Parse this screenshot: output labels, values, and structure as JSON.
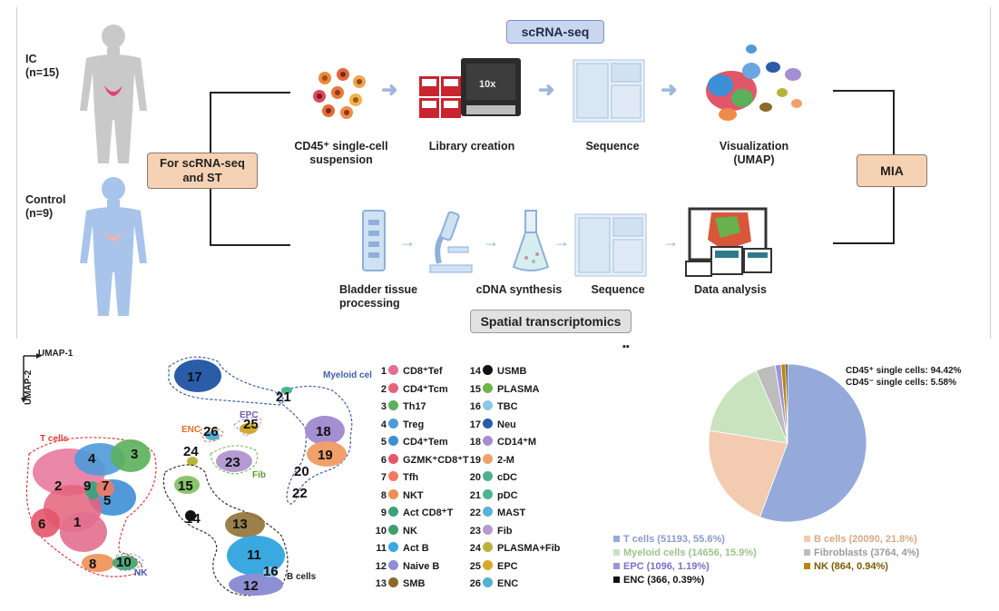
{
  "workflow": {
    "ic_label": "IC",
    "ic_n": "(n=15)",
    "control_label": "Control",
    "control_n": "(n=9)",
    "split_box": "For scRNA-seq and ST",
    "mia_box": "MIA",
    "scrna_header": "scRNA-seq",
    "st_header": "Spatial transcriptomics",
    "scrna_steps": {
      "suspension": "CD45⁺ single-cell suspension",
      "library": "Library creation",
      "sequence": "Sequence",
      "visualization": "Visualization (UMAP)"
    },
    "st_steps": {
      "bladder": "Bladder tissue processing",
      "cdna": "cDNA synthesis",
      "sequence": "Sequence",
      "analysis": "Data analysis"
    },
    "tenx_text": "10x"
  },
  "umap": {
    "x_label": "UMAP-1",
    "y_label": "UMAP-2",
    "group_labels": {
      "t_cells": "T cells",
      "myeloid": "Myeloid cells",
      "epc": "EPC",
      "enc": "ENC",
      "fib": "Fib",
      "nk": "NK",
      "b_cells": "B cells"
    },
    "cluster_numbers": [
      "1",
      "2",
      "3",
      "4",
      "5",
      "6",
      "7",
      "8",
      "9",
      "10",
      "11",
      "12",
      "13",
      "14",
      "15",
      "16",
      "17",
      "18",
      "19",
      "20",
      "21",
      "22",
      "23",
      "24",
      "25",
      "26"
    ]
  },
  "legend": [
    {
      "num": "1",
      "label": "CD8⁺Tef",
      "color": "#e26f8f"
    },
    {
      "num": "2",
      "label": "CD4⁺Tcm",
      "color": "#e4637b"
    },
    {
      "num": "3",
      "label": "Th17",
      "color": "#5bb05a"
    },
    {
      "num": "4",
      "label": "Treg",
      "color": "#4f9ad8"
    },
    {
      "num": "5",
      "label": "CD4⁺Tem",
      "color": "#3d8fd6"
    },
    {
      "num": "6",
      "label": "GZMK⁺CD8⁺T",
      "color": "#e2566a"
    },
    {
      "num": "7",
      "label": "Tfh",
      "color": "#ef7a63"
    },
    {
      "num": "8",
      "label": "NKT",
      "color": "#ef8f52"
    },
    {
      "num": "9",
      "label": "Act CD8⁺T",
      "color": "#3aa37a"
    },
    {
      "num": "10",
      "label": "NK",
      "color": "#3ca06b"
    },
    {
      "num": "11",
      "label": "Act B",
      "color": "#3aa9e0"
    },
    {
      "num": "12",
      "label": "Naive B",
      "color": "#8e8ed2"
    },
    {
      "num": "13",
      "label": "SMB",
      "color": "#8a6a2a"
    },
    {
      "num": "14",
      "label": "USMB",
      "color": "#111111"
    },
    {
      "num": "15",
      "label": "PLASMA",
      "color": "#6eb54a"
    },
    {
      "num": "16",
      "label": "TBC",
      "color": "#8cc6e8"
    },
    {
      "num": "17",
      "label": "Neu",
      "color": "#2a5ca8"
    },
    {
      "num": "18",
      "label": "CD14⁺M",
      "color": "#a48fd2"
    },
    {
      "num": "19",
      "label": "2-M",
      "color": "#f1a06a"
    },
    {
      "num": "20",
      "label": "cDC",
      "color": "#4fb08a"
    },
    {
      "num": "21",
      "label": "pDC",
      "color": "#4db58f"
    },
    {
      "num": "22",
      "label": "MAST",
      "color": "#58b4d8"
    },
    {
      "num": "23",
      "label": "Fib",
      "color": "#b59ad4"
    },
    {
      "num": "24",
      "label": "PLASMA+Fib",
      "color": "#b8b33a"
    },
    {
      "num": "25",
      "label": "EPC",
      "color": "#d6a92c"
    },
    {
      "num": "26",
      "label": "ENC",
      "color": "#54b2d3"
    }
  ],
  "pie_note": {
    "line1": "CD45⁺ single cells: 94.42%",
    "line2": "CD45⁻ single cells: 5.58%"
  },
  "chart_data": {
    "type": "pie",
    "title": "",
    "slices": [
      {
        "label": "T cells (51193, 55.6%)",
        "value": 55.6,
        "color": "#95aadb"
      },
      {
        "label": "B cells (20090, 21.8%)",
        "value": 21.8,
        "color": "#f2cbb0"
      },
      {
        "label": "Myeloid cells (14656, 15.9%)",
        "value": 15.9,
        "color": "#c9e3bf"
      },
      {
        "label": "Fibroblasts (3764, 4%)",
        "value": 4.0,
        "color": "#bdbdbd"
      },
      {
        "label": "EPC (1096, 1.19%)",
        "value": 1.19,
        "color": "#9f93d8"
      },
      {
        "label": "NK (864, 0.94%)",
        "value": 0.94,
        "color": "#b8860b"
      },
      {
        "label": "ENC (366, 0.39%)",
        "value": 0.39,
        "color": "#111111"
      }
    ],
    "legend_placement": "bottom"
  }
}
